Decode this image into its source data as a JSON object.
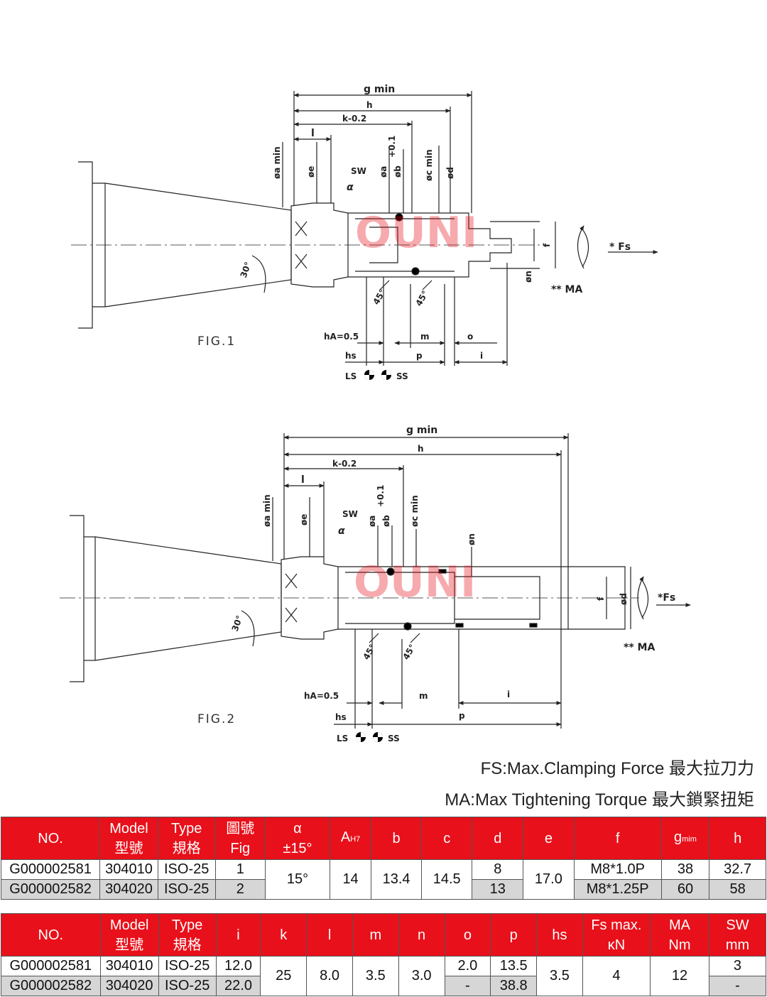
{
  "drawing": {
    "watermark": "OUNI",
    "fig1": {
      "caption": "FIG.1",
      "labels": {
        "g_min": "g min",
        "h": "h",
        "k": "k-0.2",
        "l": "l",
        "a_min": "øa min",
        "e": "øe",
        "sw": "SW",
        "alpha": "α",
        "a": "øa",
        "b": "øb",
        "b_tol": "+0.1",
        "c_min": "øc min",
        "d": "ød",
        "f": "f",
        "n": "øn",
        "angle30": "30°",
        "angle45a": "45°",
        "angle45b": "45°",
        "hA": "hA=0.5",
        "hs": "hs",
        "m": "m",
        "p": "p",
        "o": "o",
        "i": "i",
        "ls": "LS",
        "ss": "SS",
        "fs": "* Fs",
        "ma": "** MA"
      }
    },
    "fig2": {
      "caption": "FIG.2",
      "labels": {
        "g_min": "g min",
        "h": "h",
        "k": "k-0.2",
        "l": "l",
        "a_min": "øa min",
        "e": "øe",
        "sw": "SW",
        "alpha": "α",
        "a": "øa",
        "b": "øb",
        "b_tol": "+0.1",
        "c_min": "øc min",
        "d": "ød",
        "f": "f",
        "n": "øn",
        "angle30": "30°",
        "angle45a": "45°",
        "angle45b": "45°",
        "hA": "hA=0.5",
        "hs": "hs",
        "m": "m",
        "p": "p",
        "i": "i",
        "ls": "LS",
        "ss": "SS",
        "fs": "*Fs",
        "ma": "** MA"
      }
    }
  },
  "legend": {
    "fs": "FS:Max.Clamping Force 最大拉刀力",
    "ma": "MA:Max Tightening Torque 最大鎖緊扭矩"
  },
  "table1": {
    "headers": {
      "no": "NO.",
      "model": "Model",
      "model_zh": "型號",
      "type": "Type",
      "type_zh": "規格",
      "fig_zh": "圖號",
      "fig": "Fig",
      "alpha": "α",
      "alpha_tol": "±15°",
      "a": "A",
      "a_sub": "H7",
      "b": "b",
      "c": "c",
      "d": "d",
      "e": "e",
      "f": "f",
      "g": "g",
      "g_sub": "mim",
      "h": "h"
    },
    "rows": [
      {
        "no": "G000002581",
        "model": "304010",
        "type": "ISO-25",
        "fig": "1",
        "alpha": "15°",
        "a": "14",
        "b": "13.4",
        "c": "14.5",
        "d": "8",
        "e": "17.0",
        "f": "M8*1.0P",
        "g": "38",
        "h": "32.7"
      },
      {
        "no": "G000002582",
        "model": "304020",
        "type": "ISO-25",
        "fig": "2",
        "d": "13",
        "f": "M8*1.25P",
        "g": "60",
        "h": "58"
      }
    ]
  },
  "table2": {
    "headers": {
      "no": "NO.",
      "model": "Model",
      "model_zh": "型號",
      "type": "Type",
      "type_zh": "規格",
      "i": "i",
      "k": "k",
      "l": "l",
      "m": "m",
      "n": "n",
      "o": "o",
      "p": "p",
      "hs": "hs",
      "fs": "Fs max.",
      "fs_unit": "ĸN",
      "ma": "MA",
      "ma_unit": "Nm",
      "sw": "SW",
      "sw_unit": "mm"
    },
    "rows": [
      {
        "no": "G000002581",
        "model": "304010",
        "type": "ISO-25",
        "i": "12.0",
        "k": "25",
        "l": "8.0",
        "m": "3.5",
        "n": "3.0",
        "o": "2.0",
        "p": "13.5",
        "hs": "3.5",
        "fs": "4",
        "ma": "12",
        "sw": "3"
      },
      {
        "no": "G000002582",
        "model": "304020",
        "type": "ISO-25",
        "i": "22.0",
        "o": "-",
        "p": "38.8",
        "sw": "-"
      }
    ]
  }
}
